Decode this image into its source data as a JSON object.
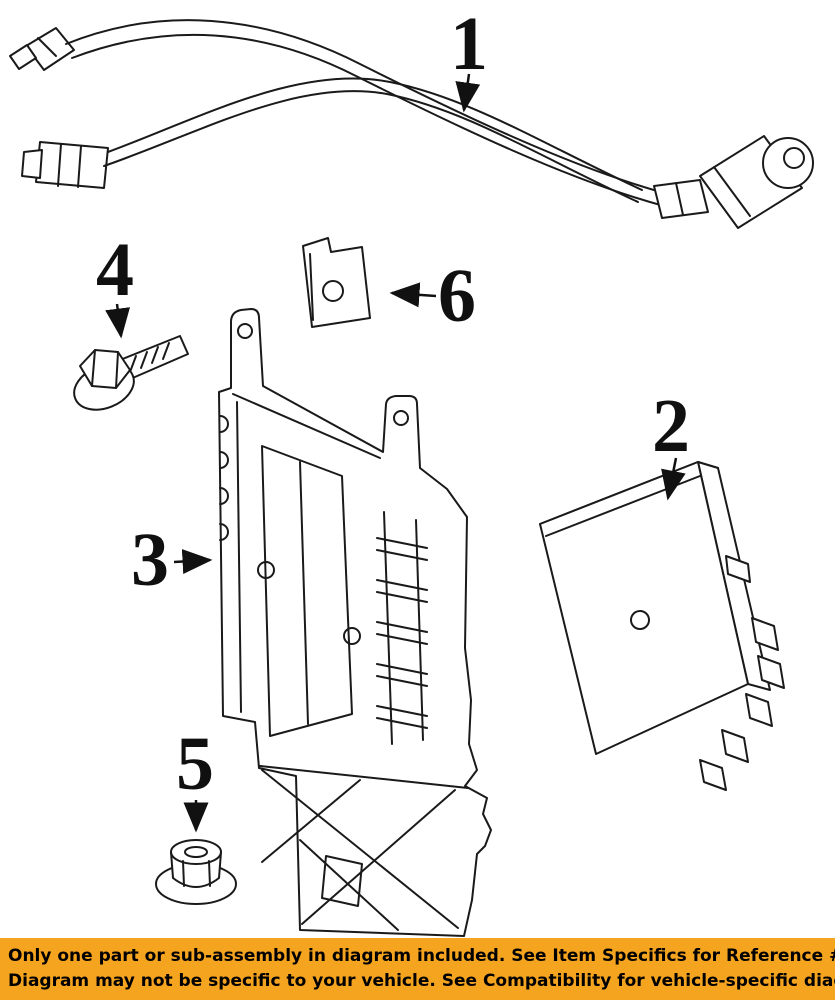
{
  "page": {
    "background_color": "#ffffff",
    "line_color": "#1a1a1a"
  },
  "diagram": {
    "callouts": [
      {
        "number": "1",
        "part": "wiring-harness"
      },
      {
        "number": "2",
        "part": "control-module"
      },
      {
        "number": "3",
        "part": "mounting-bracket"
      },
      {
        "number": "4",
        "part": "bolt"
      },
      {
        "number": "5",
        "part": "nut"
      },
      {
        "number": "6",
        "part": "bracket-clip"
      }
    ]
  },
  "banner": {
    "line1": "Only one part or sub-assembly in diagram included. See Item Specifics for Reference #.",
    "line2": "Diagram may not be specific to your vehicle. See Compatibility for vehicle-specific diagrams.",
    "background_color": "#f5a41f",
    "text_color": "#000000"
  }
}
